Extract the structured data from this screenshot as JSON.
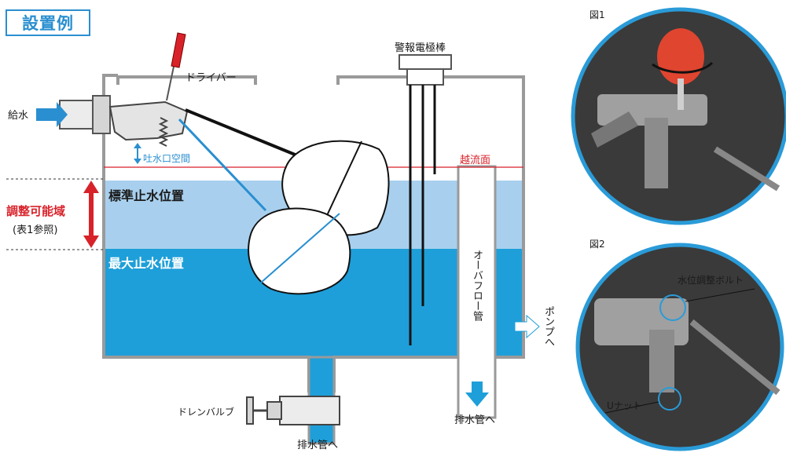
{
  "title": "設置例",
  "labels": {
    "driver": "ドライバー",
    "supply_water": "給水",
    "outlet_gap": "吐水口空間",
    "overflow_surface": "越流面",
    "alarm_electrode": "警報電極棒",
    "adjust_range": "調整可能域",
    "adjust_range_note": "(表1参照)",
    "standard_stop_level": "標準止水位置",
    "max_stop_level": "最大止水位置",
    "overflow_pipe": "オーバフロー管",
    "to_pump": "ポンプへ",
    "to_drain_right": "排水管へ",
    "drain_valve": "ドレンバルブ",
    "to_drain_bottom": "排水管へ"
  },
  "figures": {
    "fig1_label": "図1",
    "fig2_label": "図2",
    "fig2_bolt": "水位調整ボルト",
    "fig2_nut": "Uナット"
  },
  "colors": {
    "title_blue": "#2a8fd0",
    "water_light": "#a8d0ee",
    "water_deep": "#1e9fd9",
    "red": "#d8222a",
    "circle_border": "#2a9bd8"
  }
}
